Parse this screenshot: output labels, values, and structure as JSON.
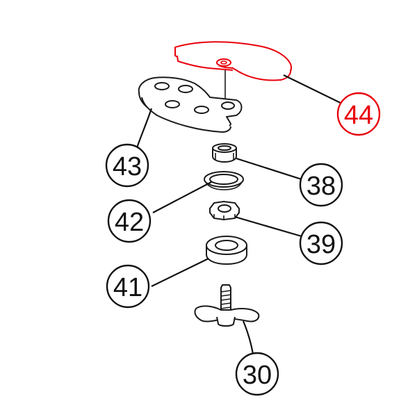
{
  "colors": {
    "highlight": "#e8000b",
    "line": "#111111",
    "background": "#ffffff"
  },
  "callouts": [
    {
      "id": "44",
      "label": "44",
      "highlighted": true
    },
    {
      "id": "43",
      "label": "43",
      "highlighted": false
    },
    {
      "id": "38",
      "label": "38",
      "highlighted": false
    },
    {
      "id": "42",
      "label": "42",
      "highlighted": false
    },
    {
      "id": "39",
      "label": "39",
      "highlighted": false
    },
    {
      "id": "41",
      "label": "41",
      "highlighted": false
    },
    {
      "id": "30",
      "label": "30",
      "highlighted": false
    }
  ]
}
